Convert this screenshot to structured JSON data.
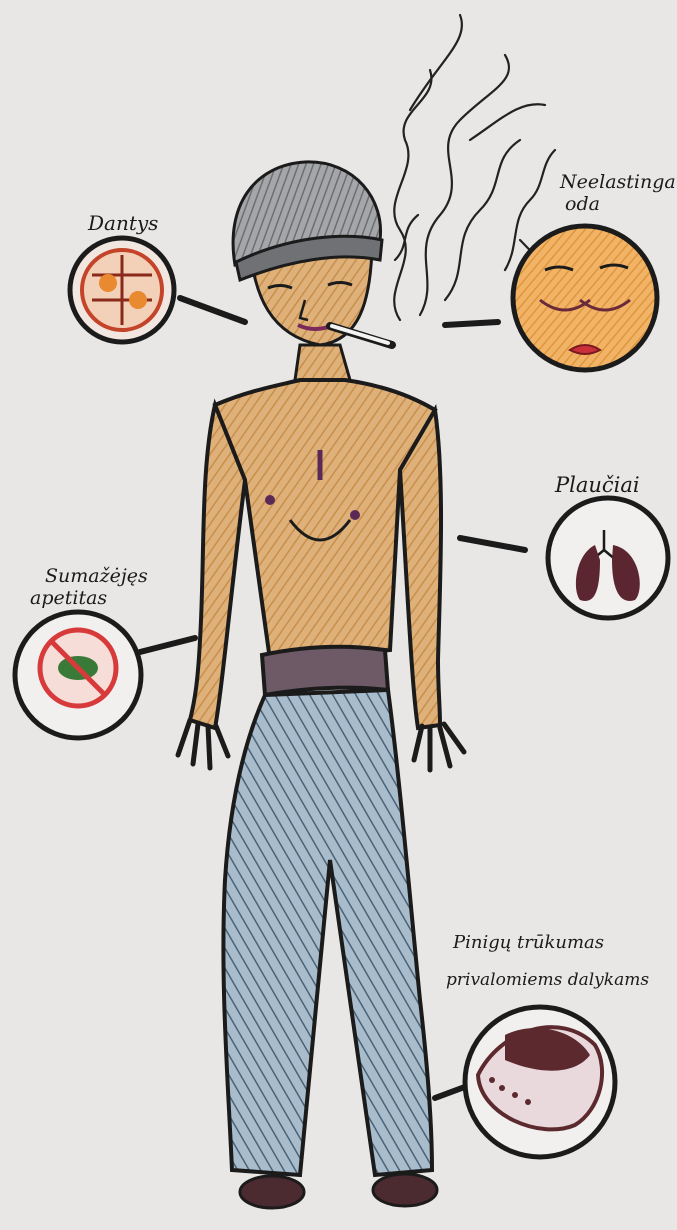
{
  "labels": {
    "teeth": "Dantys",
    "skin_line1": "Neelastinga",
    "skin_line2": "oda",
    "lungs": "Plaučiai",
    "appetite_line1": "Sumažėjęs",
    "appetite_line2": "apetitas",
    "money_line1": "Pinigų trūkumas",
    "money_line2": "privalomiems dalykams"
  },
  "colors": {
    "paper": "#e8e7e5",
    "ink": "#1b1b1b",
    "skin": "#d8a867",
    "beanie": "#8d8f93",
    "jeans": "#7f97ad",
    "lungs": "#5b2630",
    "wallet": "#5c2a2e",
    "mouth": "#c9303a"
  },
  "icons": [
    "teeth-circle",
    "face-circle",
    "lungs-circle",
    "no-food-circle",
    "wallet-circle",
    "smoke",
    "cigarette"
  ]
}
